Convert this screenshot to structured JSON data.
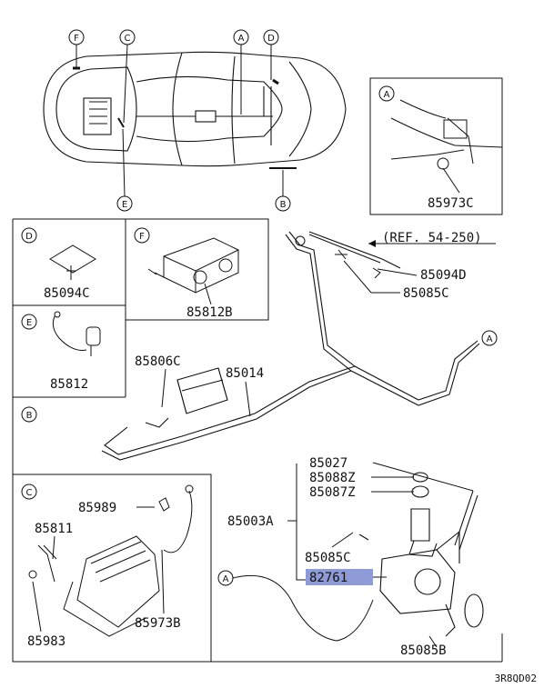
{
  "callouts": {
    "A": "A",
    "B": "B",
    "C": "C",
    "D": "D",
    "E": "E",
    "F": "F"
  },
  "parts": {
    "p85973C_top": "85973C",
    "ref": "(REF. 54-250)",
    "p85094D": "85094D",
    "p85085C_top": "85085C",
    "p85094C": "85094C",
    "p85812B": "85812B",
    "p85812": "85812",
    "p85806C": "85806C",
    "p85014": "85014",
    "p85027": "85027",
    "p85088Z": "85088Z",
    "p85087Z": "85087Z",
    "p85003A": "85003A",
    "p85085C_mid": "85085C",
    "p82761": "82761",
    "p85085B": "85085B",
    "p85989": "85989",
    "p85811": "85811",
    "p85983": "85983",
    "p85973B": "85973B"
  },
  "diagram_code": "3R8QD02",
  "colors": {
    "highlight": "#8e9bd6",
    "line": "#111111"
  }
}
